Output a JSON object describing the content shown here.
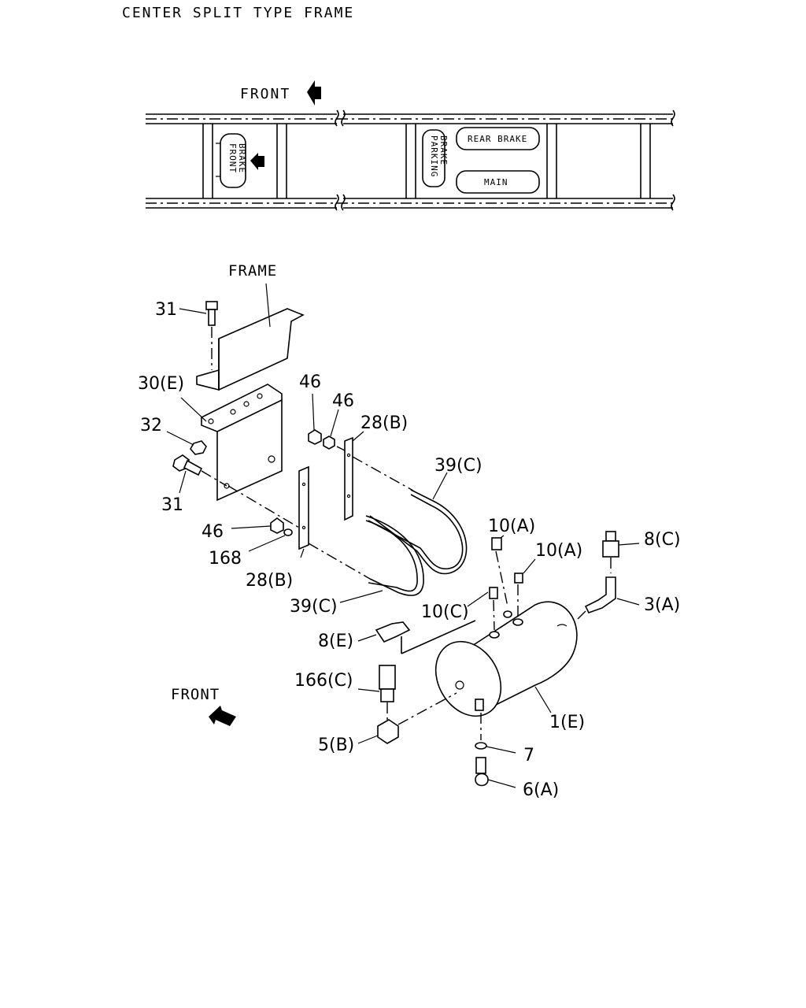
{
  "header": {
    "title": "CENTER SPLIT TYPE FRAME"
  },
  "top_view": {
    "front_label": "FRONT",
    "tanks": [
      {
        "id": "front-brake",
        "label_line1": "FRONT",
        "label_line2": "BRAKE"
      },
      {
        "id": "parking-brake",
        "label_line1": "PARKING",
        "label_line2": "BRAKE"
      },
      {
        "id": "rear-brake",
        "label": "REAR BRAKE"
      },
      {
        "id": "main",
        "label": "MAIN"
      }
    ]
  },
  "exploded_view": {
    "frame_label": "FRAME",
    "front_label": "FRONT",
    "callouts": [
      {
        "id": "31-top",
        "text": "31"
      },
      {
        "id": "30e",
        "text": "30(E)"
      },
      {
        "id": "32",
        "text": "32"
      },
      {
        "id": "31-bottom",
        "text": "31"
      },
      {
        "id": "46-a",
        "text": "46"
      },
      {
        "id": "46-b",
        "text": "46"
      },
      {
        "id": "28b-right",
        "text": "28(B)"
      },
      {
        "id": "39c-right",
        "text": "39(C)"
      },
      {
        "id": "46-c",
        "text": "46"
      },
      {
        "id": "168",
        "text": "168"
      },
      {
        "id": "28b-left",
        "text": "28(B)"
      },
      {
        "id": "39c-left",
        "text": "39(C)"
      },
      {
        "id": "10a-left",
        "text": "10(A)"
      },
      {
        "id": "10a-right",
        "text": "10(A)"
      },
      {
        "id": "10c",
        "text": "10(C)"
      },
      {
        "id": "8c",
        "text": "8(C)"
      },
      {
        "id": "3a",
        "text": "3(A)"
      },
      {
        "id": "8e",
        "text": "8(E)"
      },
      {
        "id": "166c",
        "text": "166(C)"
      },
      {
        "id": "1e",
        "text": "1(E)"
      },
      {
        "id": "5b",
        "text": "5(B)"
      },
      {
        "id": "7",
        "text": "7"
      },
      {
        "id": "6a",
        "text": "6(A)"
      }
    ]
  }
}
